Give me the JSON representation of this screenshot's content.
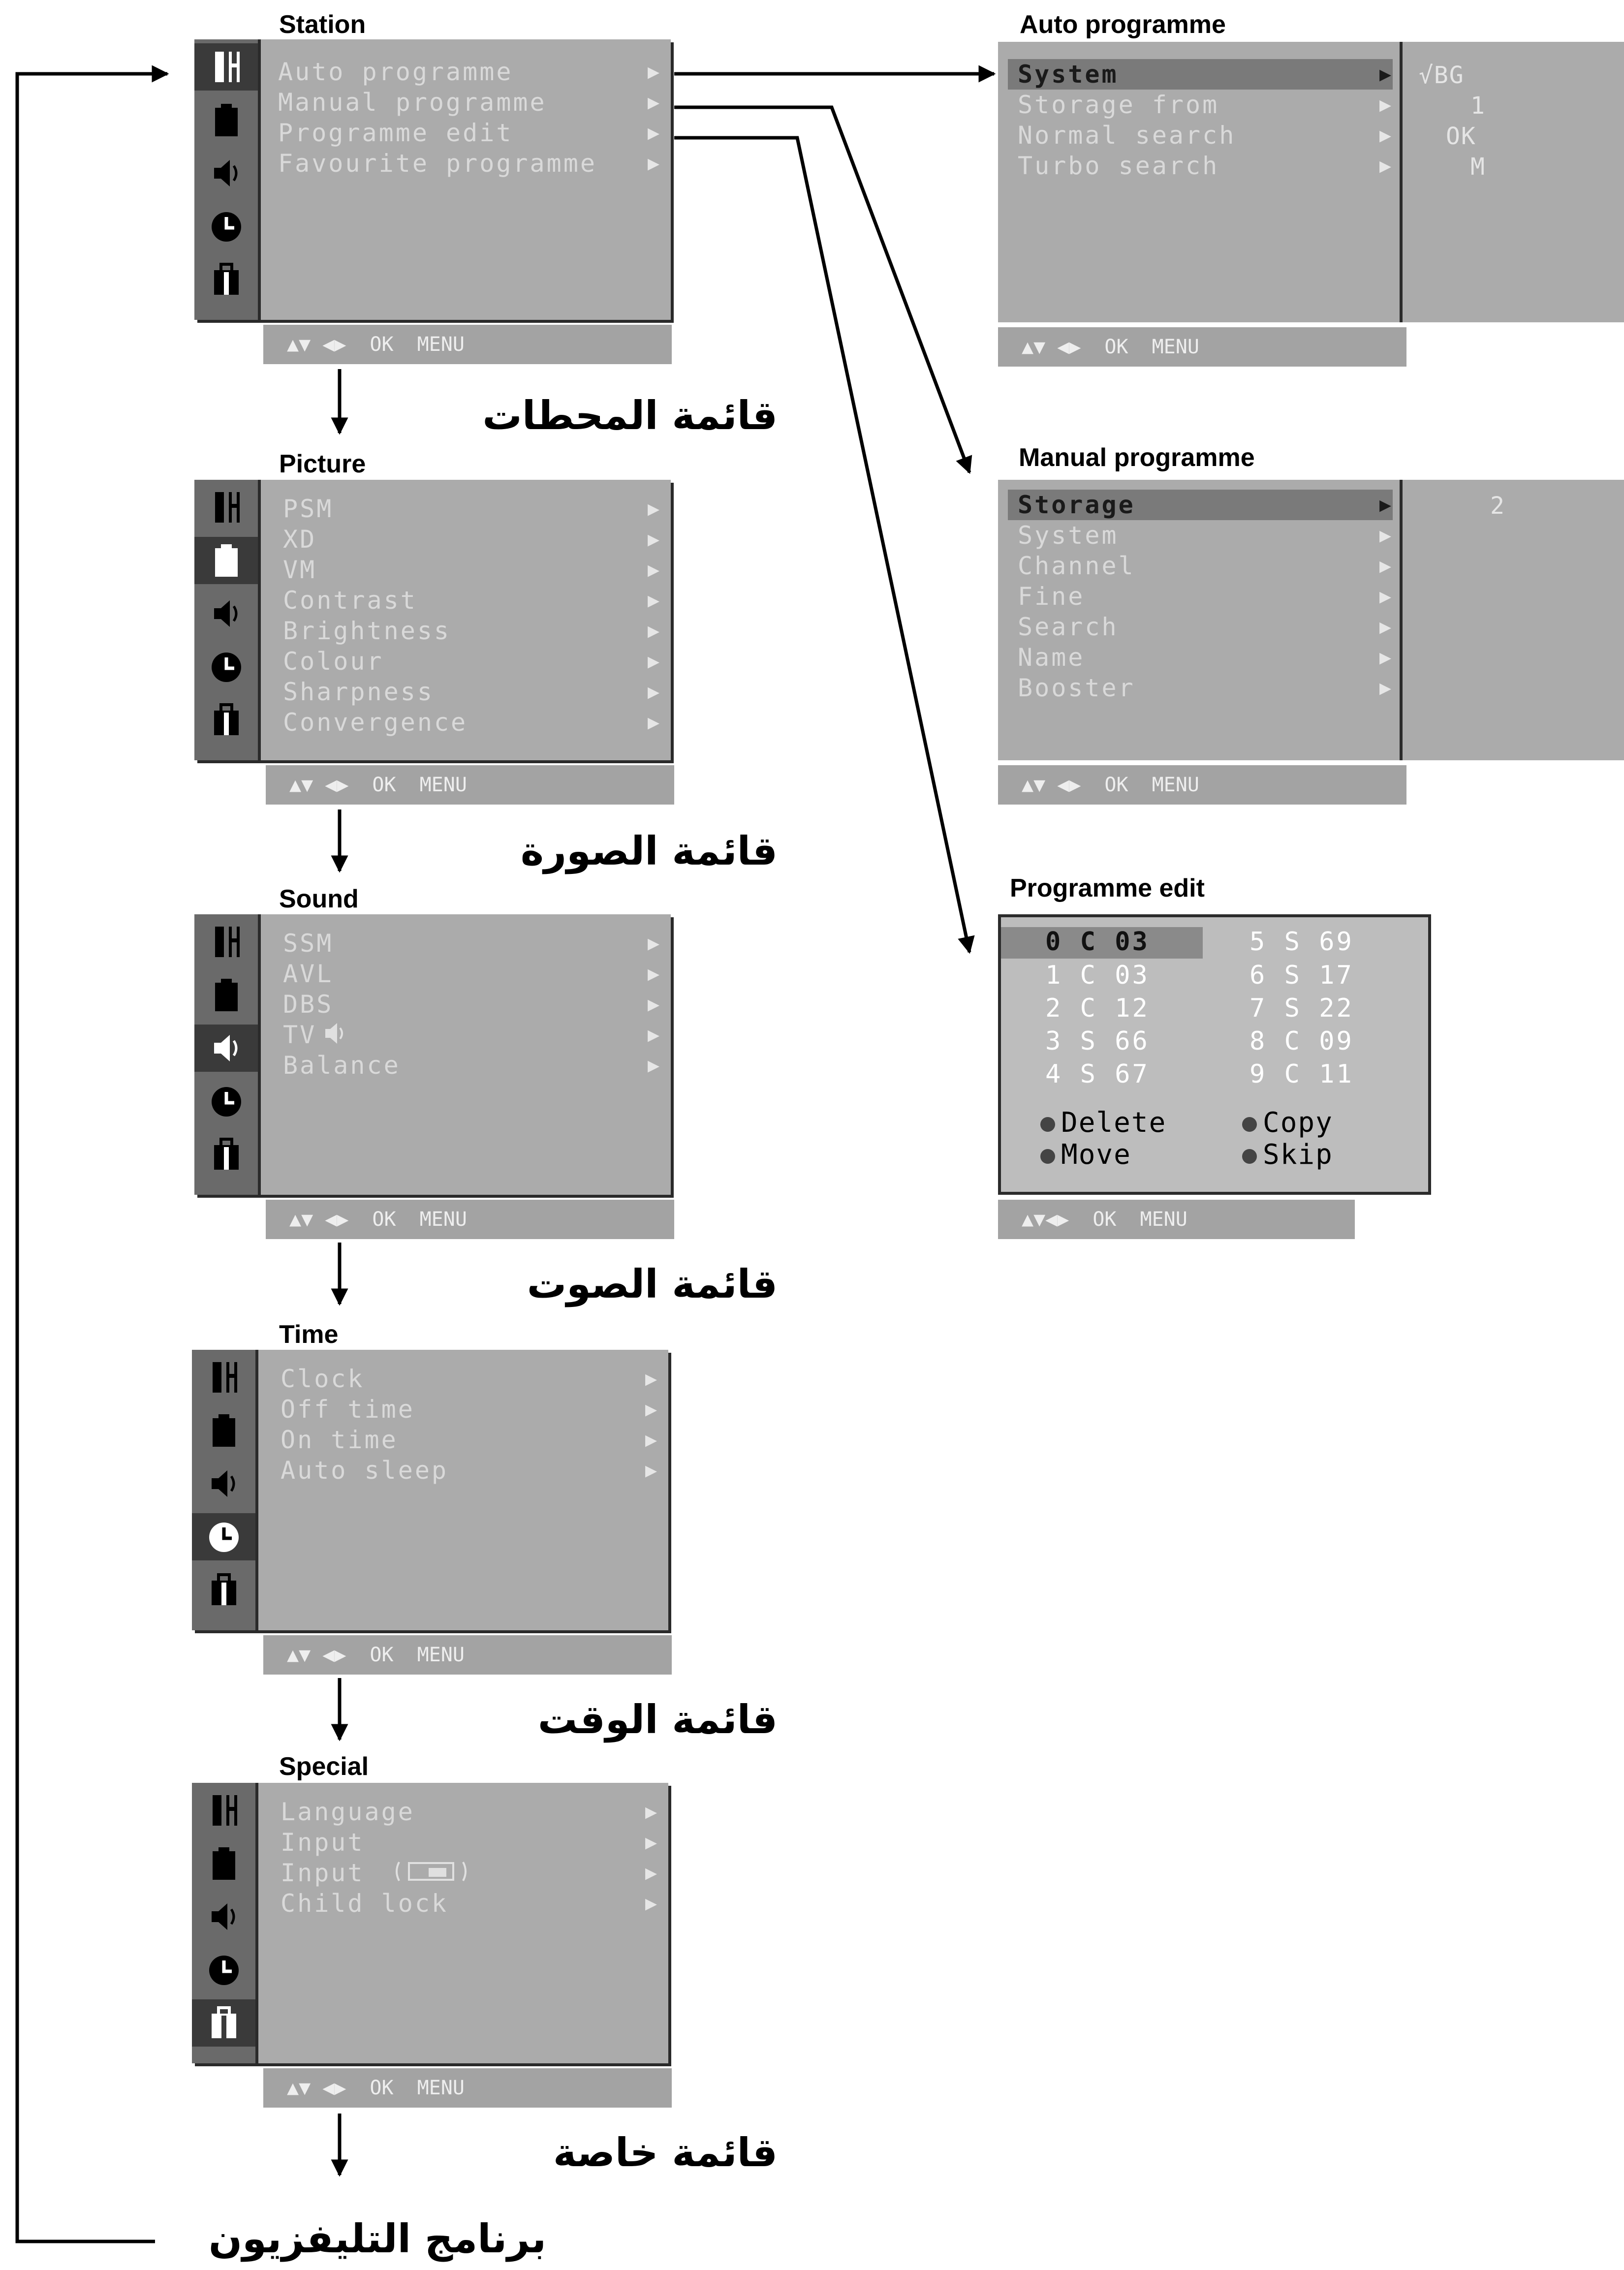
{
  "icons": [
    "channel-icon",
    "picture-icon",
    "sound-icon",
    "clock-icon",
    "special-icon"
  ],
  "nav_left": "▲▼ ◀▶",
  "nav_ok": "OK",
  "nav_menu": "MENU",
  "station": {
    "title": "Station",
    "items": [
      "Auto programme",
      "Manual programme",
      "Programme edit",
      "Favourite programme"
    ],
    "arabic": "قائمة المحطات"
  },
  "picture": {
    "title": "Picture",
    "items": [
      "PSM",
      "XD",
      "VM",
      "Contrast",
      "Brightness",
      "Colour",
      "Sharpness",
      "Convergence"
    ],
    "arabic": "قائمة الصورة"
  },
  "sound": {
    "title": "Sound",
    "items": [
      "SSM",
      "AVL",
      "DBS",
      "TV",
      "Balance"
    ],
    "arabic": "قائمة الصوت"
  },
  "time": {
    "title": "Time",
    "items": [
      "Clock",
      "Off time",
      "On time",
      "Auto sleep"
    ],
    "arabic": "قائمة الوقت"
  },
  "special": {
    "title": "Special",
    "items": [
      "Language",
      "Input",
      "Input",
      "Child lock"
    ],
    "arabic": "قائمة خاصة"
  },
  "tv_programme_arabic": "برنامج التليفزيون",
  "auto_programme": {
    "title": "Auto programme",
    "items": [
      "System",
      "Storage from",
      "Normal search",
      "Turbo search"
    ],
    "values": [
      "√BG",
      "1",
      "OK",
      "M"
    ]
  },
  "manual_programme": {
    "title": "Manual programme",
    "items": [
      "Storage",
      "System",
      "Channel",
      "Fine",
      "Search",
      "Name",
      "Booster"
    ],
    "value": "2"
  },
  "programme_edit": {
    "title": "Programme edit",
    "rows_left": [
      "0 C 03",
      "1 C 03",
      "2 C 12",
      "3 S 66",
      "4 S 67"
    ],
    "rows_right": [
      "5 S 69",
      "6 S 17",
      "7 S 22",
      "8 C 09",
      "9 C 11"
    ],
    "actions": [
      "Delete",
      "Copy",
      "Move",
      "Skip"
    ],
    "nav_left": "▲▼◀▶"
  }
}
